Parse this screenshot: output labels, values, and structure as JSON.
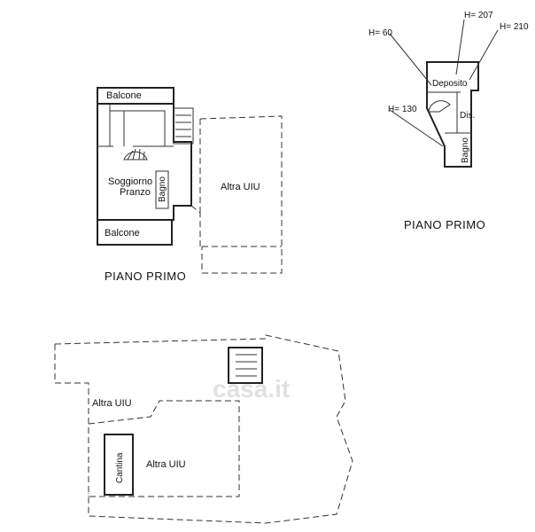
{
  "plan_left": {
    "title": "PIANO PRIMO",
    "rooms": {
      "balcone_top": "Balcone",
      "soggiorno_line1": "Soggiorno",
      "soggiorno_line2": "Pranzo",
      "bagno": "Bagno",
      "altra_uiu": "Altra UIU",
      "balcone_bottom": "Balcone"
    }
  },
  "plan_right": {
    "title": "PIANO PRIMO",
    "rooms": {
      "deposito": "Deposito",
      "dis": "Dis.",
      "bagno": "Bagno"
    },
    "heights": {
      "h60": "H= 60",
      "h207": "H= 207",
      "h210": "H= 210",
      "h130": "H= 130"
    }
  },
  "plan_bottom": {
    "rooms": {
      "altra_uiu_top": "Altra UIU",
      "altra_uiu_bottom": "Altra UIU",
      "cantina": "Cantina"
    }
  },
  "watermark": "casa.it"
}
